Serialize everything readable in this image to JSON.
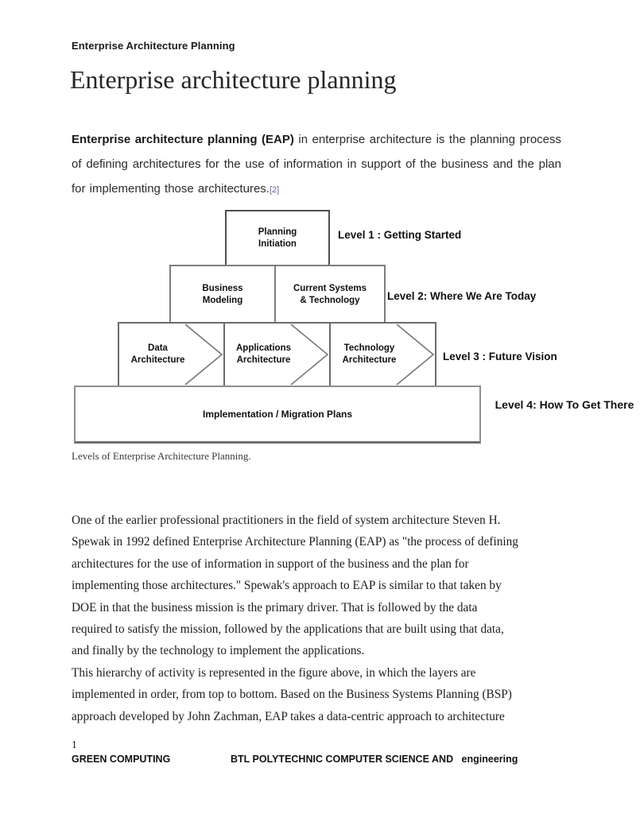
{
  "document": {
    "header": "Enterprise Architecture Planning",
    "title": "Enterprise architecture planning",
    "intro": {
      "lead_bold": "Enterprise architecture planning (EAP)",
      "body": " in enterprise architecture is the planning process of defining architectures for the use of information in support of the business and the plan for implementing those architectures.",
      "citation": "[2]"
    },
    "diagram": {
      "boxes": {
        "planning": "Planning\nInitiation",
        "business": "Business\nModeling",
        "current": "Current Systems\n& Technology",
        "data": "Data\nArchitecture",
        "applications": "Applications\nArchitecture",
        "technology": "Technology\nArchitecture",
        "implementation": "Implementation / Migration Plans"
      },
      "levels": {
        "level1": "Level 1 : Getting Started",
        "level2": "Level 2: Where We Are Today",
        "level3": "Level 3 : Future Vision",
        "level4": "Level 4: How To Get There"
      },
      "border_color": "#6b6b6b"
    },
    "figure_caption": "Levels of Enterprise Architecture Planning.",
    "body": {
      "paragraph1": "One of the earlier professional practitioners in the field of system architecture Steven H.\nSpewak in 1992 defined Enterprise Architecture Planning (EAP) as \"the process of defining\narchitectures for the use of information in support of the business and the plan for\nimplementing those architectures.\" Spewak's approach to EAP is similar to that taken by\nDOE in that the business mission is the primary driver. That is followed by the data\nrequired to satisfy the mission, followed by the applications that are built using that data,\nand finally by the technology to implement the applications.",
      "paragraph2": "This hierarchy of activity is represented in the figure above, in which the layers are\nimplemented in order, from top to bottom. Based on the Business Systems Planning (BSP)\napproach developed by John Zachman, EAP takes a data-centric approach to architecture"
    },
    "footer": {
      "page_number": "1",
      "left": "GREEN COMPUTING",
      "right": "BTL POLYTECHNIC COMPUTER SCIENCE AND   engineering"
    },
    "colors": {
      "citation_link": "#6f639f",
      "text": "#1c1c1c"
    }
  }
}
